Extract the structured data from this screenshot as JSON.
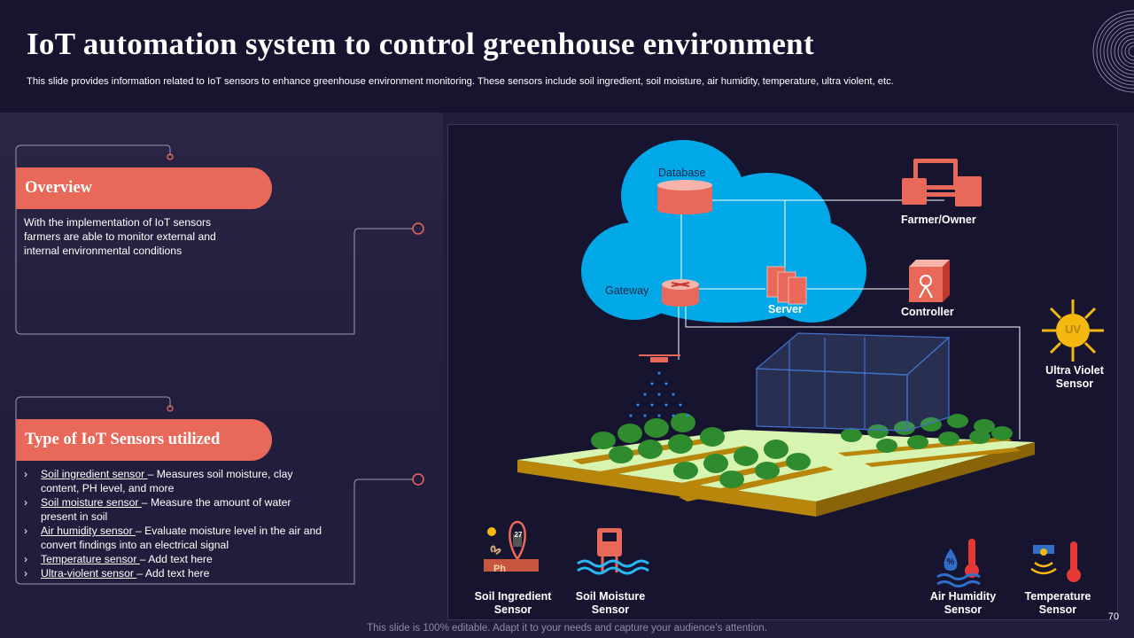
{
  "slide": {
    "title": "IoT automation system to control greenhouse environment",
    "subtitle": "This slide provides information related to IoT sensors to enhance greenhouse environment monitoring. These sensors include soil ingredient, soil moisture, air humidity, temperature, ultra violent, etc.",
    "page_number": "70",
    "footer": "This slide is 100% editable. Adapt it to your needs and capture your audience’s attention."
  },
  "overview": {
    "heading": "Overview",
    "text": "With the implementation of IoT sensors farmers are able to monitor external and internal environmental conditions"
  },
  "sensors_section": {
    "heading": "Type of IoT Sensors utilized",
    "bullet_glyph": "›",
    "items": [
      {
        "name": "Soil ingredient sensor ",
        "desc": "– Measures soil moisture, clay content, PH level, and more"
      },
      {
        "name": "Soil moisture sensor ",
        "desc": "– Measure the amount of water present in soil"
      },
      {
        "name": "Air humidity sensor ",
        "desc": "– Evaluate moisture level in the air and convert findings into an electrical signal"
      },
      {
        "name": "Temperature sensor ",
        "desc": "– Add text here"
      },
      {
        "name": "Ultra-violent sensor ",
        "desc": "– Add text here"
      }
    ]
  },
  "diagram": {
    "cloud": {
      "database": "Database",
      "gateway": "Gateway",
      "server": "Server"
    },
    "devices": {
      "farmer_owner": "Farmer/Owner",
      "controller": "Controller"
    },
    "uv": {
      "badge": "UV",
      "label_line1": "Ultra Violet",
      "label_line2": "Sensor"
    },
    "bottom_sensors": [
      {
        "line1": "Soil Ingredient",
        "line2": "Sensor",
        "icon": "soil-ingredient-icon",
        "ph_text": "Ph",
        "gauge_text": "27"
      },
      {
        "line1": "Soil Moisture",
        "line2": "Sensor",
        "icon": "soil-moisture-icon"
      },
      {
        "line1": "Air Humidity",
        "line2": "Sensor",
        "icon": "air-humidity-icon",
        "badge_text": "%"
      },
      {
        "line1": "Temperature",
        "line2": "Sensor",
        "icon": "temperature-icon"
      }
    ]
  },
  "colors": {
    "accent": "#e8695a",
    "cloud": "#00a8e8",
    "header_bg": "#171430",
    "body_bg": "#221d3d",
    "uv_yellow": "#f5b80f",
    "field_green": "#d7f5b0",
    "soil_brown": "#b8860b"
  }
}
